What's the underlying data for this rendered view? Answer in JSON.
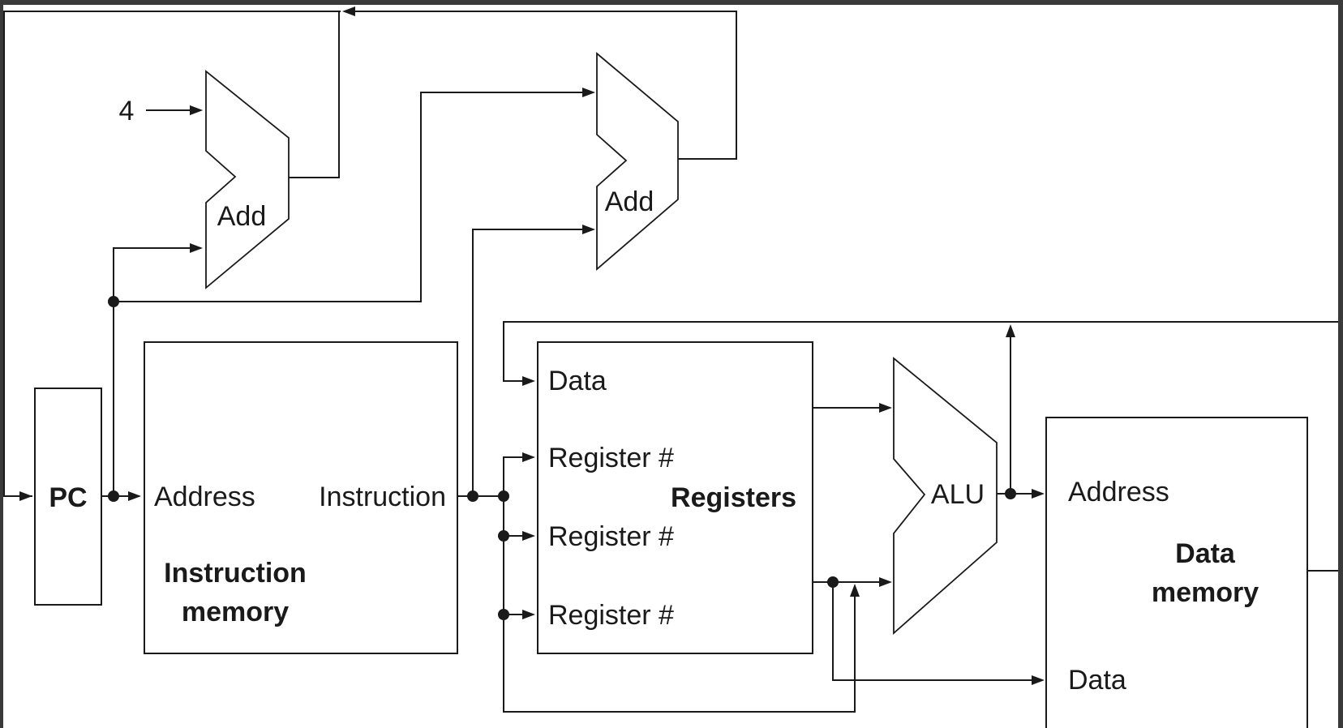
{
  "constant_four": "4",
  "pc": {
    "label": "PC"
  },
  "adder_pc": {
    "label": "Add"
  },
  "adder_branch": {
    "label": "Add"
  },
  "instruction_memory": {
    "address_label": "Address",
    "instruction_label": "Instruction",
    "title_line1": "Instruction",
    "title_line2": "memory"
  },
  "registers": {
    "data_label": "Data",
    "reg1_label": "Register #",
    "reg2_label": "Register #",
    "reg3_label": "Register #",
    "title": "Registers"
  },
  "alu": {
    "label": "ALU"
  },
  "data_memory": {
    "address_label": "Address",
    "data_label": "Data",
    "title_line1": "Data",
    "title_line2": "memory"
  },
  "colors": {
    "ink": "#1a1a1a",
    "frame": "#3a3a3a",
    "background": "#ffffff"
  }
}
